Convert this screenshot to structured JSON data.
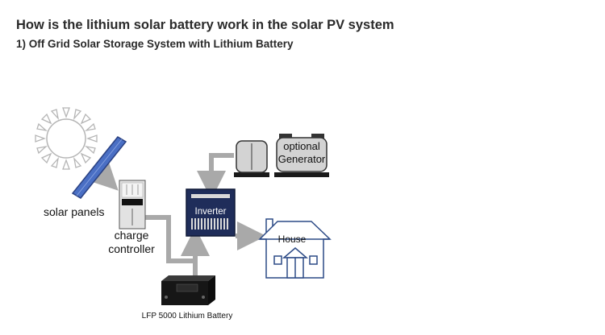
{
  "header": {
    "title": "How is the lithium solar battery work in the solar PV system",
    "subtitle": "1) Off Grid Solar Storage System with Lithium Battery"
  },
  "diagram": {
    "solar_panels_label": "solar panels",
    "charge_controller_label_line1": "charge",
    "charge_controller_label_line2": "controller",
    "inverter_label": "Inverter",
    "generator_label_line1": "optional",
    "generator_label_line2": "Generator",
    "house_label": "House",
    "battery_label": "LFP 5000 Lithium Battery"
  },
  "colors": {
    "connector": "#a9a9a9",
    "panel_blue": "#4a6fc4",
    "inverter_navy": "#1f2d5a",
    "house_outline": "#2c4a86",
    "generator_gray": "#d3d3d3",
    "battery_black": "#161616"
  }
}
